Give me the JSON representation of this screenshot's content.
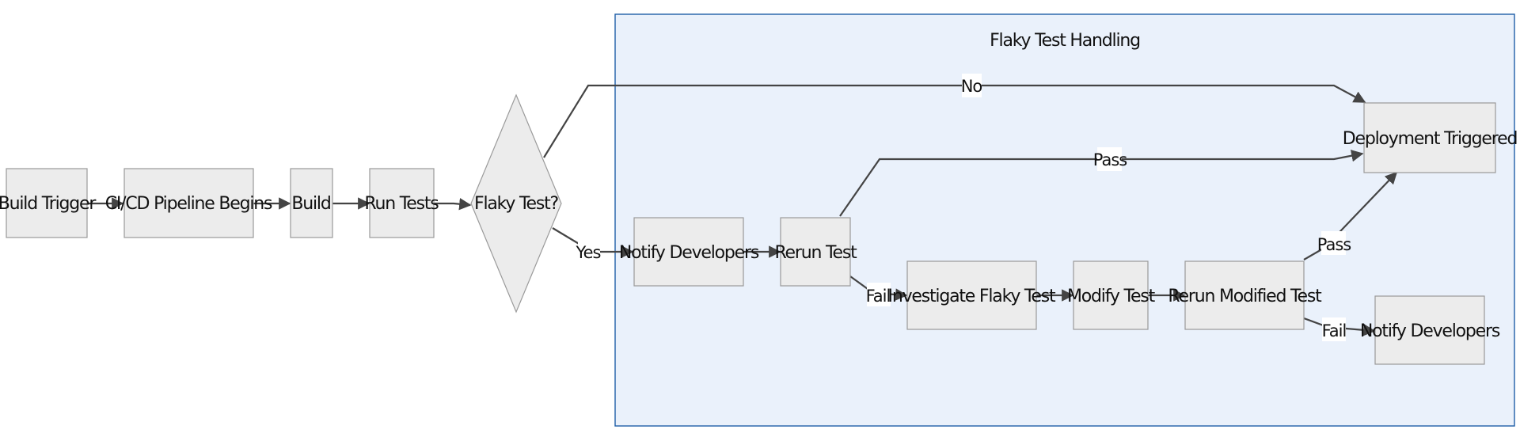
{
  "colors": {
    "node_fill": "#ececec",
    "node_stroke": "#9a9a9a",
    "cluster_fill": "#eaf1fb",
    "cluster_stroke": "#1f5ea8",
    "edge": "#444444",
    "text": "#111111"
  },
  "cluster": {
    "title": "Flaky Test Handling"
  },
  "nodes": {
    "build_trigger": "Build Trigger",
    "pipeline_begins": "CI/CD Pipeline Begins",
    "build": "Build",
    "run_tests": "Run Tests",
    "flaky_test": "Flaky Test?",
    "notify_developers_1": "Notify Developers",
    "rerun_test": "Rerun Test",
    "investigate": "Investigate Flaky Test",
    "modify_test": "Modify Test",
    "rerun_modified": "Rerun Modified Test",
    "deployment": "Deployment Triggered",
    "notify_developers_2": "Notify Developers"
  },
  "edges": {
    "no": "No",
    "yes": "Yes",
    "pass_1": "Pass",
    "fail_1": "Fail",
    "pass_2": "Pass",
    "fail_2": "Fail"
  }
}
